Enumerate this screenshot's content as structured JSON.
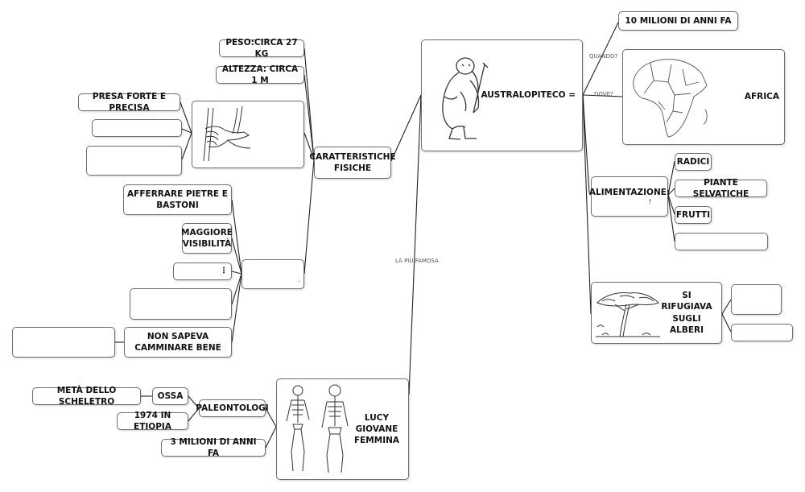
{
  "center": {
    "title": "AUSTRALOPITECO ="
  },
  "when": {
    "label": "QUANDO?",
    "answer": "10 MILIONI DI ANNI FA"
  },
  "where": {
    "label": "DOVE?",
    "answer": "AFRICA"
  },
  "food": {
    "title": "ALIMENTAZIONE:",
    "mark": "!",
    "items": [
      "RADICI",
      "PIANTE SELVATICHE",
      "FRUTTI"
    ]
  },
  "refuge": {
    "title": "SI RIFUGIAVA SUGLI ALBERI"
  },
  "famous": {
    "label": "LA PIÙ FAMOSA"
  },
  "lucy": {
    "title": "LUCY GIOVANE FEMMINA",
    "paleo": "PALEONTOLOGI",
    "bones": "OSSA",
    "half": "METÀ DELLO SCHELETRO",
    "year": "1974 IN ETIOPIA",
    "age": "3 MILIONI DI ANNI FA"
  },
  "physical": {
    "title": "CARATTERISTICHE FISICHE",
    "weight": "PESO:CIRCA 27 KG",
    "height": "ALTEZZA: CIRCA 1 M",
    "grip": "PRESA FORTE E PRECISA",
    "grab": "AFFERRARE PIETRE E BASTONI",
    "vis": "MAGGIORE VISIBILITÀ",
    "dots": "⋮",
    "walk": "NON SAPEVA CAMMINARE BENE"
  }
}
